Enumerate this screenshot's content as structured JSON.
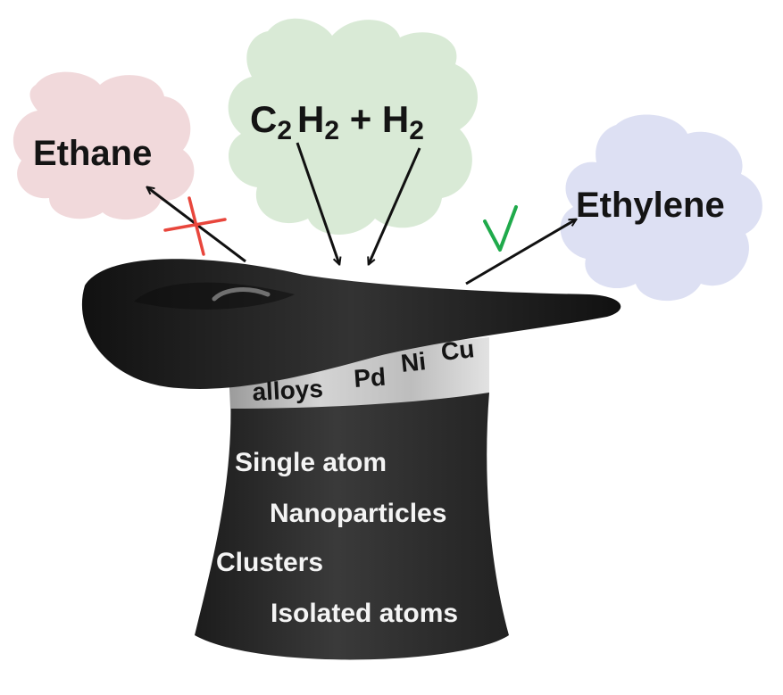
{
  "reactants": {
    "part1": "C",
    "sub1": "2",
    "part2": "H",
    "sub2": "2",
    "part3": " + H",
    "sub3": "2"
  },
  "products": {
    "undesired": {
      "label": "Ethane",
      "mark": "cross"
    },
    "desired": {
      "label": "Ethylene",
      "mark": "check"
    }
  },
  "hat_band": {
    "alloys": "alloys",
    "pd": "Pd",
    "ni": "Ni",
    "cu": "Cu"
  },
  "hat_body": {
    "item1": "Single atom",
    "item2": "Nanoparticles",
    "item3": "Clusters",
    "item4": "Isolated atoms"
  },
  "colors": {
    "reactant_cloud": "#d9ead6",
    "ethane_cloud": "#f1d9db",
    "ethylene_cloud": "#dde0f3",
    "cross": "#e8463c",
    "check": "#1faa4b",
    "hat": "#2a2a2a",
    "band": "#c9c9c9"
  }
}
